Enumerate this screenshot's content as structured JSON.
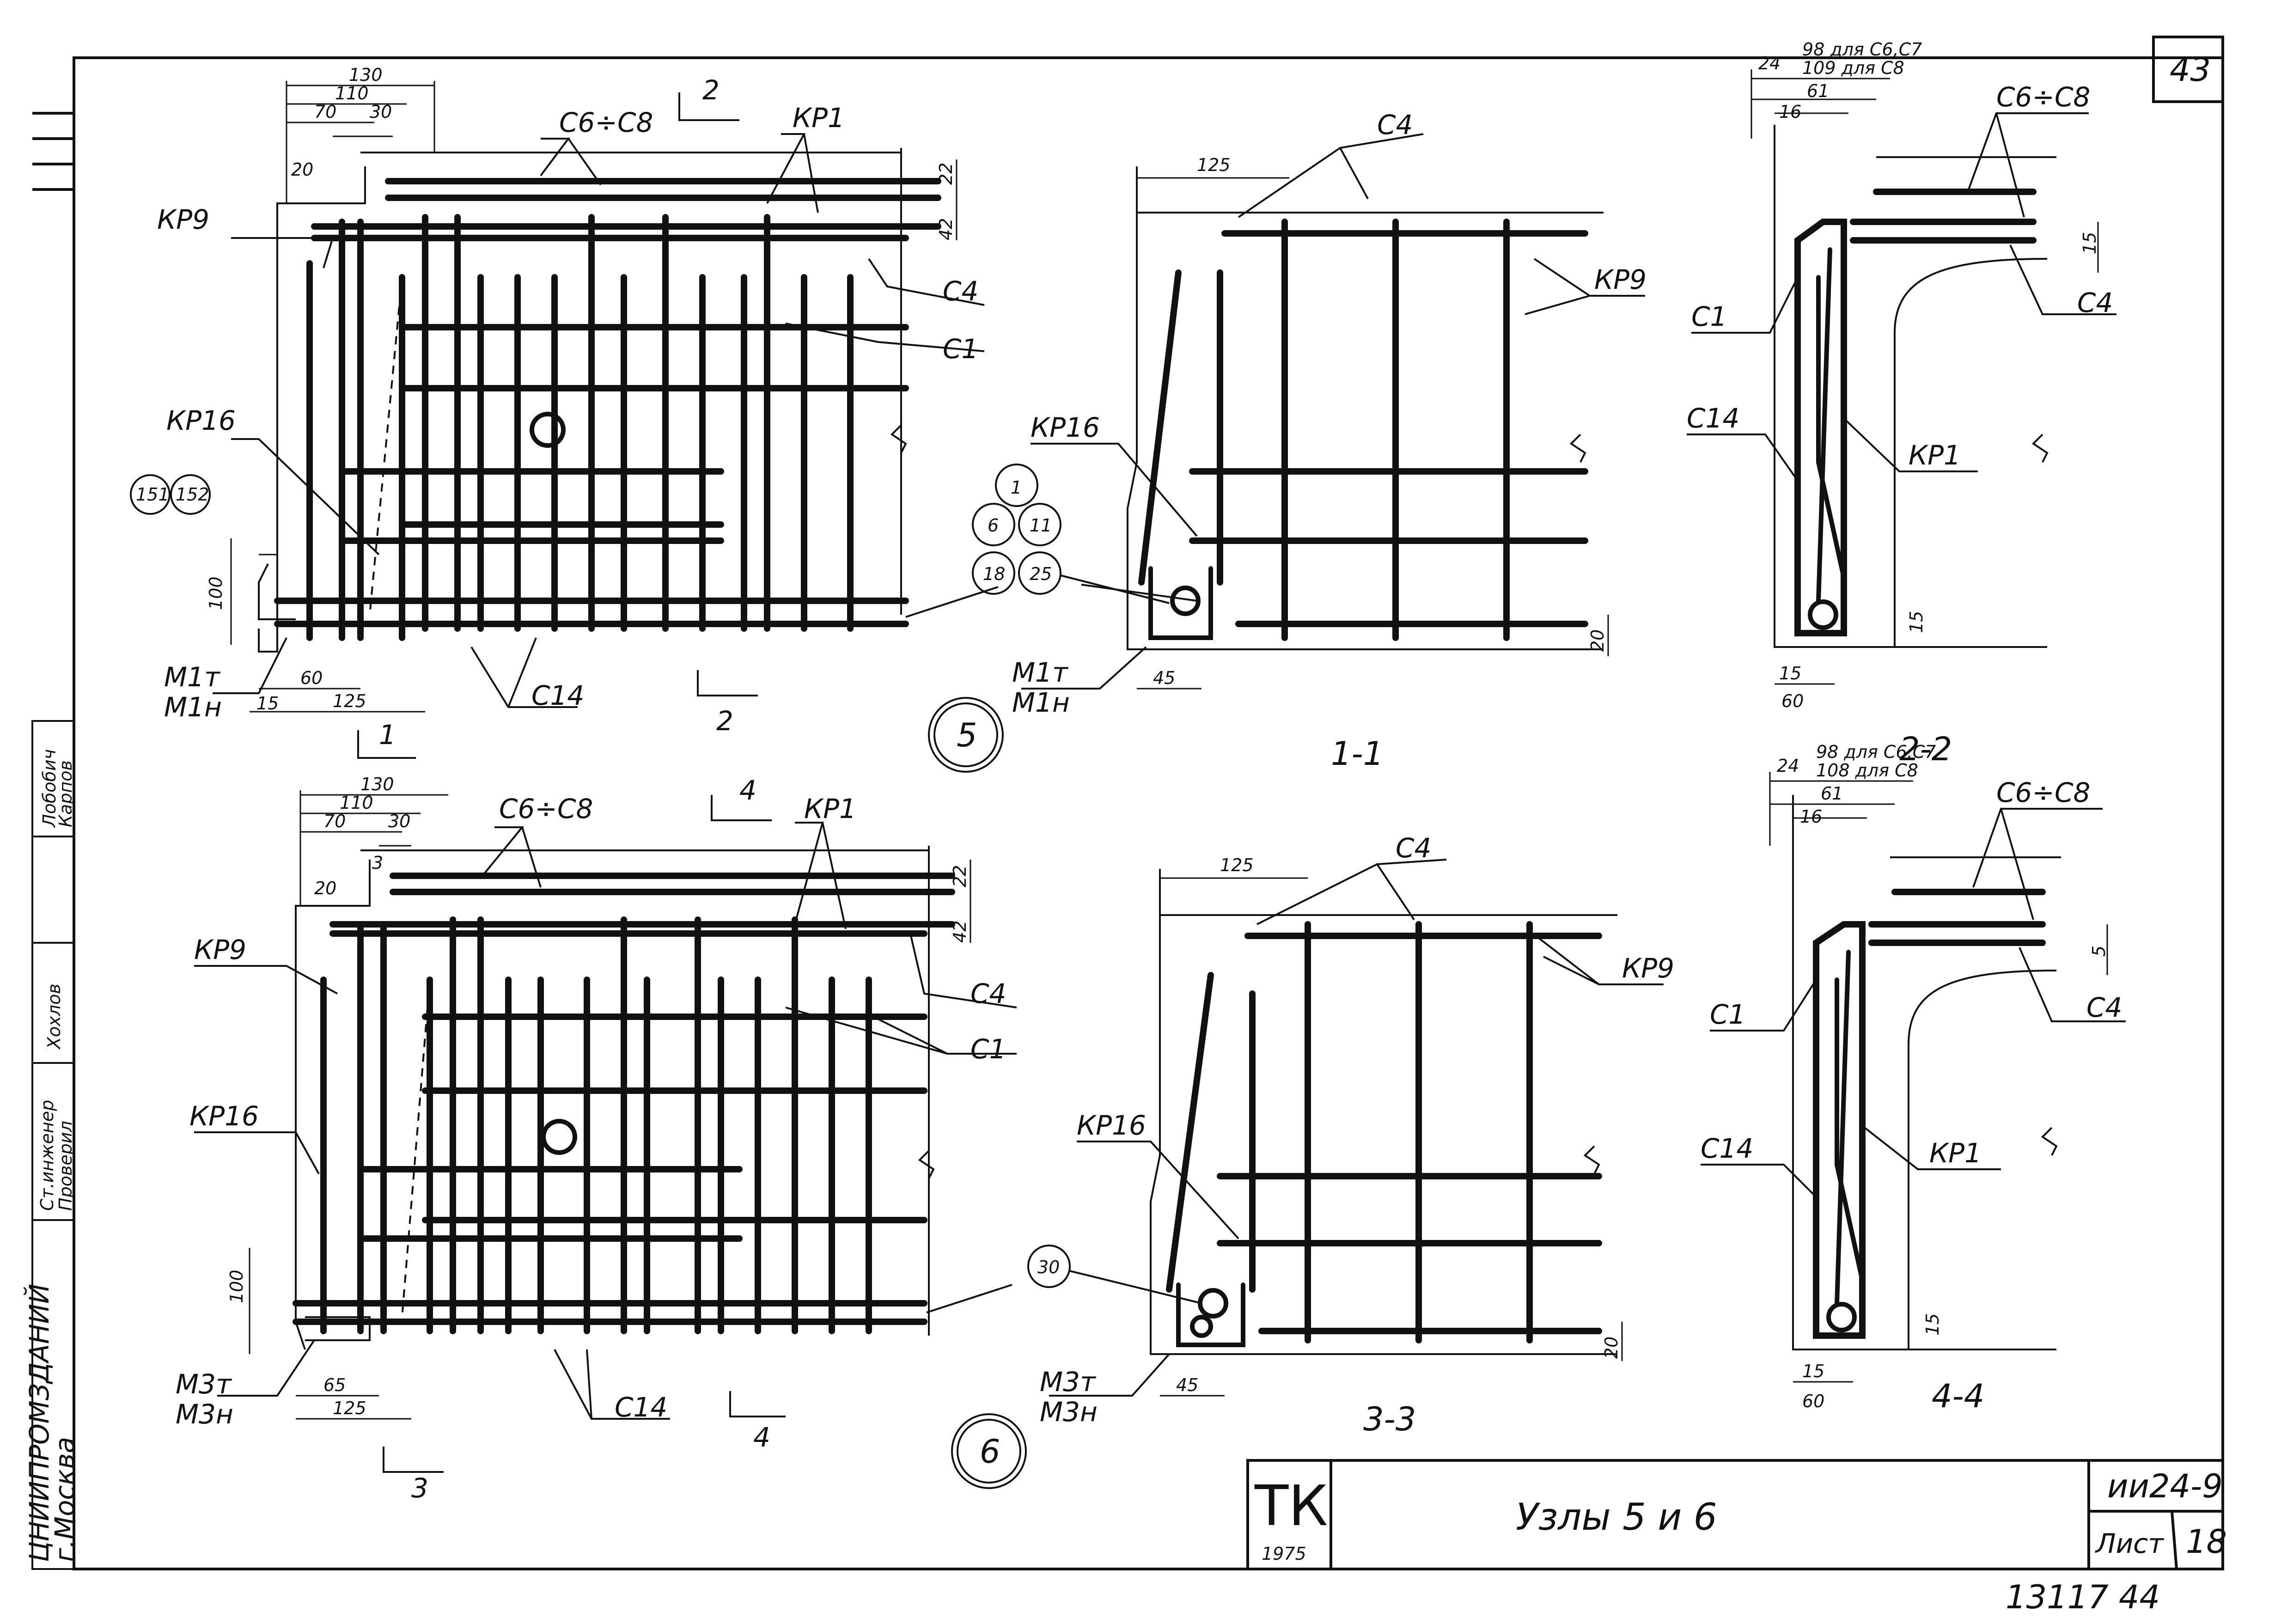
{
  "sheet": {
    "page_number": "43",
    "designation": "ии24-9",
    "sheet_label": "Лист",
    "sheet_number": "18",
    "title": "Узлы 5 и 6",
    "org_code": "ТК",
    "year": "1975",
    "inventory": "13117 44"
  },
  "side_stamp": {
    "org": "ЦНИИПРОМЗДАНИЙ",
    "city": "г.Москва",
    "role_engineer": "Ст.инженер",
    "role_checked": "Проверил",
    "name_1": "Лобобич",
    "name_2": "Карпов",
    "signature": "Хохлов"
  },
  "node5": {
    "badge": "5",
    "dims_top": [
      "130",
      "110",
      "70",
      "30",
      "20"
    ],
    "dims_bottom": [
      "60",
      "125",
      "15"
    ],
    "dim_left": "100",
    "dims_right": [
      "22",
      "42"
    ],
    "labels": {
      "c6c8": "С6÷С8",
      "kp1": "КР1",
      "kp9": "КР9",
      "c4": "С4",
      "c1": "С1",
      "kp16": "КР16",
      "c14": "С14",
      "m_t": "М1т",
      "m_n": "М1н"
    },
    "circles": [
      "151",
      "152"
    ],
    "cut_a": "2",
    "cut_b": "1",
    "cluster": [
      "1",
      "6",
      "11",
      "18",
      "25"
    ]
  },
  "node6": {
    "badge": "6",
    "dims_top": [
      "130",
      "110",
      "70",
      "30",
      "20",
      "3"
    ],
    "dims_bottom": [
      "65",
      "125"
    ],
    "dim_left": "100",
    "dims_right": [
      "22",
      "42"
    ],
    "labels": {
      "c6c8": "С6÷С8",
      "kp1": "КР1",
      "kp9": "КР9",
      "c4": "С4",
      "c1": "С1",
      "kp16": "КР16",
      "c14": "С14",
      "m_t": "М3т",
      "m_n": "М3н"
    },
    "cut_a": "4",
    "cut_b": "3",
    "cluster": [
      "30"
    ]
  },
  "section_1_1": {
    "title": "1-1",
    "dim_top": "125",
    "dim_bottom": "45",
    "dim_right": "20",
    "labels": {
      "c4": "С4",
      "kp9": "КР9",
      "kp16": "КР16",
      "m_t": "М1т",
      "m_n": "М1н"
    }
  },
  "section_3_3": {
    "title": "3-3",
    "dim_top": "125",
    "dim_bottom": "45",
    "dim_right": "20",
    "labels": {
      "c4": "С4",
      "kp9": "КР9",
      "kp16": "КР16",
      "m_t": "М3т",
      "m_n": "М3н"
    }
  },
  "section_2_2": {
    "title": "2-2",
    "dims_top": [
      "24",
      "98 для С6,С7",
      "109 для С8",
      "61",
      "16"
    ],
    "dims_bottom": [
      "15",
      "60"
    ],
    "dim_right": "15",
    "dim_bottom_right": "15",
    "labels": {
      "c6c8": "С6÷С8",
      "c4": "С4",
      "c1": "С1",
      "c14": "С14",
      "kp1": "КР1"
    }
  },
  "section_4_4": {
    "title": "4-4",
    "dims_top": [
      "24",
      "98 для С6,С7",
      "108 для С8",
      "61",
      "16"
    ],
    "dims_bottom": [
      "15",
      "60"
    ],
    "dim_right": "5",
    "dim_bottom_right": "15",
    "labels": {
      "c6c8": "С6÷С8",
      "c4": "С4",
      "c1": "С1",
      "c14": "С14",
      "kp1": "КР1"
    }
  }
}
